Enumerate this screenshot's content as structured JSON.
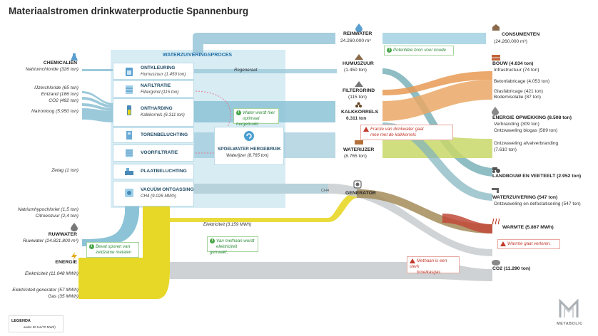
{
  "title": "Materiaalstromen drinkwaterproductie Spannenburg",
  "process_box_title": "WATERZUIVERINGSPROCES",
  "left": {
    "chemicalien": "CHEMICALIËN",
    "natriumchloride": "Natriumchloride (326 ton)",
    "ijzerchloride": "IJzerchloride (65 ton)",
    "entzand": "Entzand (186 ton)",
    "co2": "CO2 (492 ton)",
    "natronloog": "Natronloog (5.950 ton)",
    "zetag": "Zetag (1 ton)",
    "natriumhypochloriet": "Natriumhypochloriet (1,5 ton)",
    "citroenzuur": "Citroenzuur (2,4 ton)",
    "ruwwater": "RUWWATER",
    "ruwwater_value": "Ruwwater (24.821.800 m³)",
    "energie": "ENERGIE",
    "elektriciteit": "Elektriciteit (11.048 MWh)",
    "elektriciteit_generator": "Elektriciteit generator (57 MWh)",
    "gas": "Gas (35 MWh)"
  },
  "processes": [
    {
      "title": "ONTKLEURING",
      "sub": "Humuszuur (1.450 ton)",
      "icon": "decolor-icon"
    },
    {
      "title": "NAFILTRATIE",
      "sub": "Filtergrind (115 ton)",
      "icon": "filter-icon"
    },
    {
      "title": "ONTHARDING",
      "sub": "Kalkkorrels (6.311 ton)",
      "icon": "softening-icon"
    },
    {
      "title": "TORENBELUCHTING",
      "sub": "",
      "icon": "tower-icon"
    },
    {
      "title": "VOORFILTRATIE",
      "sub": "",
      "icon": "prefilter-icon"
    },
    {
      "title": "PLAATBELUCHTING",
      "sub": "",
      "icon": "plate-icon"
    },
    {
      "title": "VACUÜM ONTGASSING",
      "sub": "CH4 (9.026 MWh)",
      "icon": "vacuum-icon"
    }
  ],
  "spoelwater": {
    "title": "SPOELWATER HERGEBRUIK",
    "sub": "Waterijzer (8.765 ton)"
  },
  "regenerant": "Regeneraat",
  "ch4_tag": "CH4",
  "elektriciteit_flow": "Elektriciteit (3.159 MWh)",
  "middle": {
    "reinwater": "REINWATER",
    "reinwater_value": "24.260.000 m³",
    "humuszuur": "HUMUSZUUR",
    "humuszuur_value": "(1.450 ton)",
    "filtergrind": "FILTERGRIND",
    "filtergrind_value": "(115 ton)",
    "kalkkorrels": "KALKKORRELS",
    "kalkkorrels_value": "6.311 ton",
    "waterijzer": "WATERIJZER",
    "waterijzer_value": "(8.765 ton)",
    "generator": "GENERATOR"
  },
  "right": {
    "consumenten": "CONSUMENTEN",
    "consumenten_value": "(24.260.000 m³)",
    "bouw": "BOUW (4.634 ton)",
    "infrastructuur": "Infrastructuur (74 ton)",
    "betonfabricage": "Betonfabricage (4.053 ton)",
    "glasfabricage": "Glasfabricage (421 ton)",
    "bodemisolatie": "Bodemisolatie (87 ton)",
    "energie_opwekking": "ENERGIE OPWEKKING (8.508 ton)",
    "verbranding": "Verbranding (309 ton)",
    "ontzwaveling_biogas": "Ontzwaveling biogas (589 ton)",
    "ontzwaveling_afval": "Ontzwaveling afvalverbranding",
    "ontzwaveling_afval_value": "(7.610 ton)",
    "landbouw": "LANDBOUW EN VEETEELT (2.952 ton)",
    "waterzuivering": "WATERZUIVERING (547 ton)",
    "ontzwaveling_defosfatisering": "Ontzwaveling en defostatisering (547 ton)",
    "warmte": "WARMTE (5.867 MWh)",
    "co2": "CO2 (11.290 ton)"
  },
  "notes": {
    "potentiele_bron": "Potentiële bron voor koude",
    "water_hergebruikt_1": "Water wordt hier",
    "water_hergebruikt_2": "optimaal hergebruikt",
    "fractie_1": "Fractie van drinkwater gaat",
    "fractie_2": "mee met de kalkkorrels",
    "methaan_elek_1": "Van methaan wordt",
    "methaan_elek_2": "elektriciteit gemaakt.",
    "sporen_1": "Bevat sporen van",
    "sporen_2": "zeldzame metalen",
    "methaan_broeikas_1": "Methaan is een sterk",
    "methaan_broeikas_2": "broeikasgas",
    "warmte_verloren": "Warmte gaat verloren."
  },
  "legend": {
    "title": "LEGENDA",
    "scale": "ander 50 ton/70 MWh)"
  },
  "logo": "METABOLIC",
  "colors": {
    "water": "#8cc3d6",
    "water_light": "#cfe7f1",
    "energy": "#e6d51a",
    "co2": "#c9cdcf",
    "methane": "#a58c5a",
    "warmte": "#c04a3a",
    "bouw": "#e89a55",
    "energie_opwekking": "#c9d86a",
    "landbouw": "#6aa7b0",
    "accent": "#1f4b66"
  }
}
